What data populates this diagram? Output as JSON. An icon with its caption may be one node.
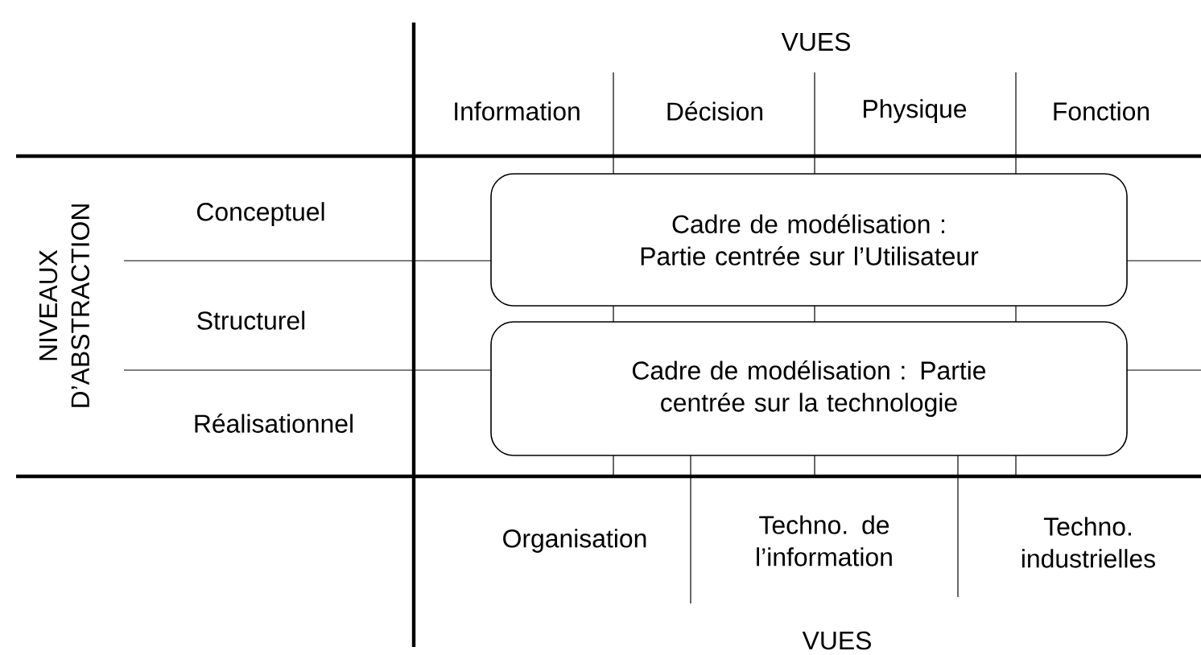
{
  "diagram": {
    "nodes": [
      {
        "text": [
          "Cadre de modélisation : Partie centrée sur l’Utilisateur"
        ]
      },
      {
        "text": [
          "Cadre de modélisation : Partie centrée sur la technologie"
        ]
      }
    ],
    "labels": [
      "VUES",
      "Information",
      "Décision",
      "Physique",
      "Fonction",
      "NIVEAUX D’ABSTRACTION",
      "Conceptuel",
      "Structurel",
      "Réalisationnel",
      "Organisation",
      "Techno. de l’information",
      "Techno. industrielles",
      "VUES"
    ]
  }
}
